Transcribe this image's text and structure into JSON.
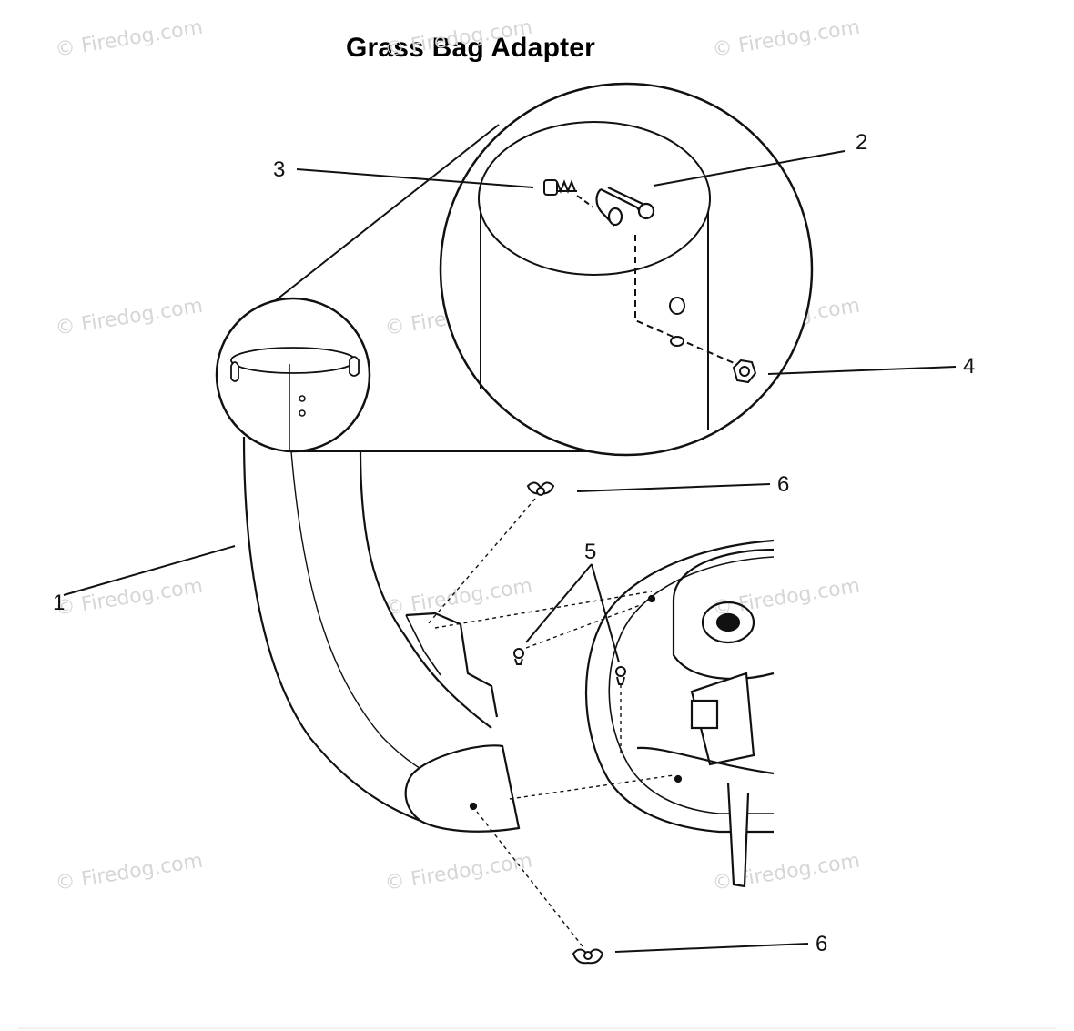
{
  "title": "Grass Bag Adapter",
  "callouts": [
    {
      "id": "callout-1",
      "label": "1"
    },
    {
      "id": "callout-2",
      "label": "2"
    },
    {
      "id": "callout-3",
      "label": "3"
    },
    {
      "id": "callout-4",
      "label": "4"
    },
    {
      "id": "callout-5",
      "label": "5"
    },
    {
      "id": "callout-6-top",
      "label": "6"
    },
    {
      "id": "callout-6-bottom",
      "label": "6"
    }
  ],
  "watermark": "© Firedog.com",
  "colors": {
    "line": "#111111",
    "watermark": "#d6d6d6",
    "background": "#ffffff"
  }
}
